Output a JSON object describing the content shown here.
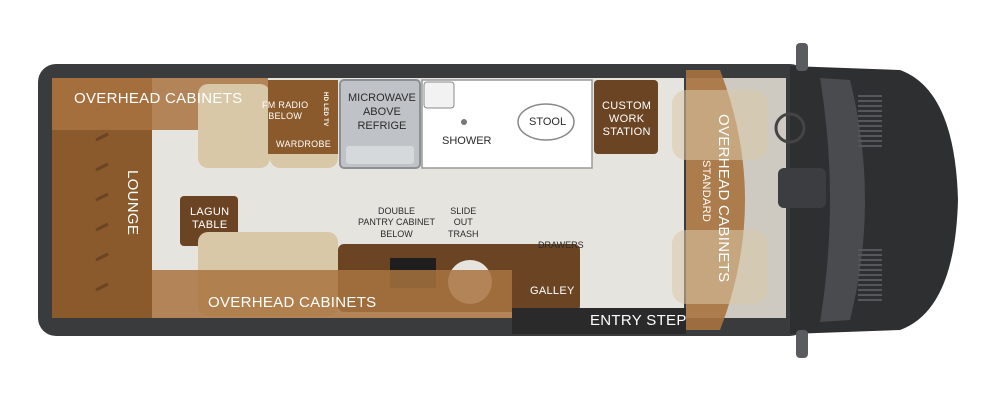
{
  "labels": {
    "overhead_top": "OVERHEAD CABINETS",
    "overhead_bottom": "OVERHEAD CABINETS",
    "overhead_right_line1": "OVERHEAD CABINETS",
    "overhead_right_line2": "STANDARD",
    "lounge": "LOUNGE",
    "lagun_table_line1": "LAGUN",
    "lagun_table_line2": "TABLE",
    "fm_radio_line1": "FM RADIO",
    "fm_radio_line2": "BELOW",
    "hd_led_tv": "HD LED TV",
    "wardrobe": "WARDROBE",
    "microwave_line1": "MICROWAVE",
    "microwave_line2": "ABOVE",
    "microwave_line3": "REFRIGE",
    "shower": "SHOWER",
    "stool": "STOOL",
    "custom_line1": "CUSTOM",
    "custom_line2": "WORK",
    "custom_line3": "STATION",
    "pantry_line1": "DOUBLE",
    "pantry_line2": "PANTRY CABINET",
    "pantry_line3": "BELOW",
    "trash_line1": "SLIDE",
    "trash_line2": "OUT",
    "trash_line3": "TRASH",
    "drawers": "DRAWERS",
    "galley": "GALLEY",
    "entry_step": "ENTRY STEP"
  },
  "colors": {
    "shell": "#3a3b3d",
    "floor": "#e6e4df",
    "cabinet": "#8a5a2c",
    "cabinet_dark": "#6b4423",
    "overhead_overlay": "#a8733f",
    "upholstery": "#d9c8a8",
    "cab": "#2e2f31"
  }
}
